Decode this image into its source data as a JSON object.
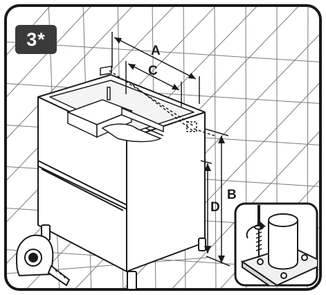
{
  "step": {
    "label": "3*"
  },
  "dimensions": {
    "a": "A",
    "b": "B",
    "c": "C",
    "d": "D"
  },
  "icons": {
    "tape_measure": "tape-measure-icon",
    "screw_detail": "screw-detail-inset"
  },
  "colors": {
    "badge_background": "#3a3a3a",
    "line": "#1a1a1a",
    "panel_fill": "#ffffff"
  }
}
